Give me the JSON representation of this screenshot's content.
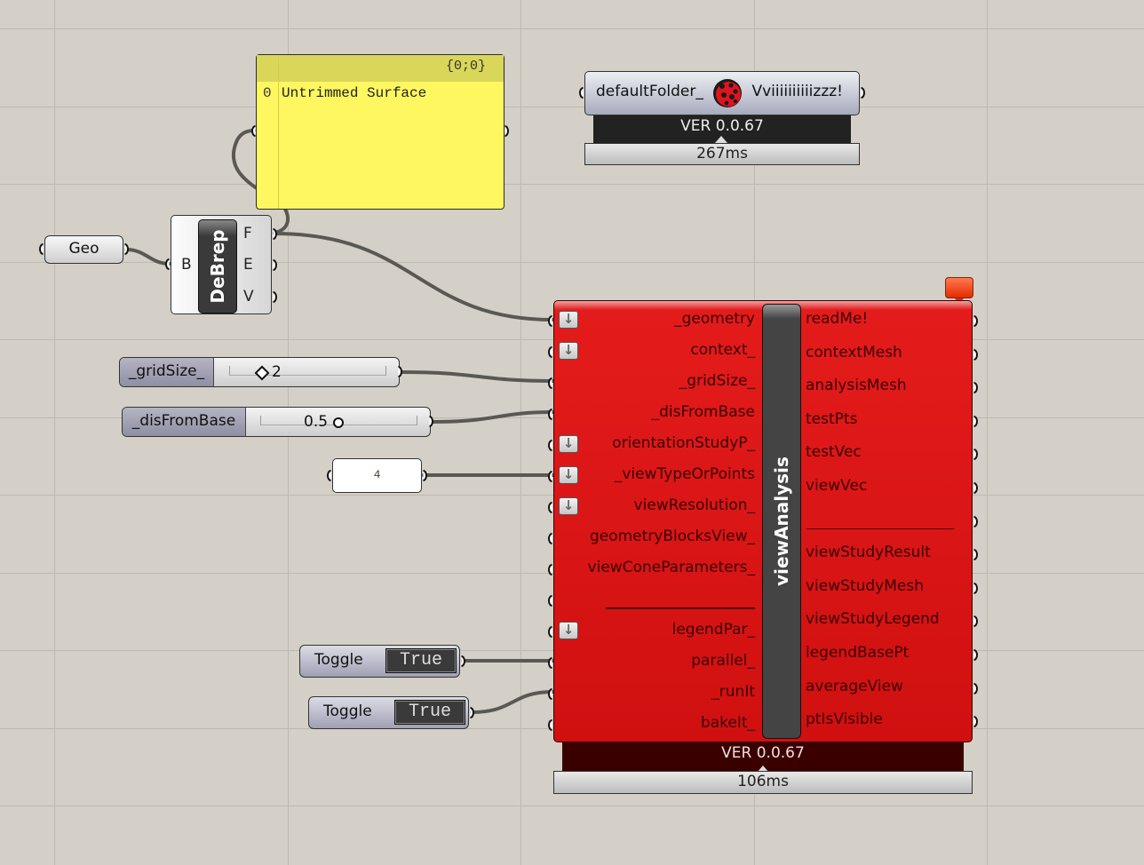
{
  "canvas": {
    "background": "#d4d0c8",
    "grid_color": "#bdb9b1",
    "wire_color": "#5a5853"
  },
  "panel": {
    "path": "{0;0}",
    "index": "0",
    "text": "Untrimmed Surface",
    "color": "#fff760"
  },
  "ladybug": {
    "input": "defaultFolder_",
    "output": "Vviiiiiiiiiizzz!",
    "icon": "ladybug-icon",
    "version": "VER 0.0.67",
    "time": "267ms"
  },
  "geo_param": {
    "label": "Geo"
  },
  "debrep": {
    "name": "DeBrep",
    "inputs": [
      "B"
    ],
    "outputs": [
      "F",
      "E",
      "V"
    ]
  },
  "sliders": [
    {
      "name": "_gridSize_",
      "value": "2",
      "fraction": 0.2
    },
    {
      "name": "_disFromBase",
      "value": "0.5",
      "fraction": 0.45
    }
  ],
  "num_panel": {
    "value": "4"
  },
  "toggles": [
    {
      "label": "Toggle",
      "value": "True"
    },
    {
      "label": "Toggle",
      "value": "True"
    }
  ],
  "view_analysis": {
    "name": "viewAnalysis",
    "color": "#d01010",
    "inputs": [
      {
        "label": "_geometry",
        "dropdown": true
      },
      {
        "label": "context_",
        "dropdown": true
      },
      {
        "label": "_gridSize_",
        "dropdown": false
      },
      {
        "label": "_disFromBase",
        "dropdown": false
      },
      {
        "label": "orientationStudyP_",
        "dropdown": true
      },
      {
        "label": "_viewTypeOrPoints",
        "dropdown": true
      },
      {
        "label": "viewResolution_",
        "dropdown": true
      },
      {
        "label": "geometryBlocksView_",
        "dropdown": false
      },
      {
        "label": "viewConeParameters_",
        "dropdown": false
      },
      {
        "label": "separator",
        "dropdown": false
      },
      {
        "label": "legendPar_",
        "dropdown": true
      },
      {
        "label": "parallel_",
        "dropdown": false
      },
      {
        "label": "_runIt",
        "dropdown": false
      },
      {
        "label": "bakeIt_",
        "dropdown": false
      }
    ],
    "outputs": [
      "readMe!",
      "contextMesh",
      "analysisMesh",
      "testPts",
      "testVec",
      "viewVec",
      "separator",
      "viewStudyResult",
      "viewStudyMesh",
      "viewStudyLegend",
      "legendBasePt",
      "averageView",
      "ptIsVisible"
    ],
    "version": "VER 0.0.67",
    "time": "106ms",
    "message_icon": "message-balloon-icon"
  }
}
